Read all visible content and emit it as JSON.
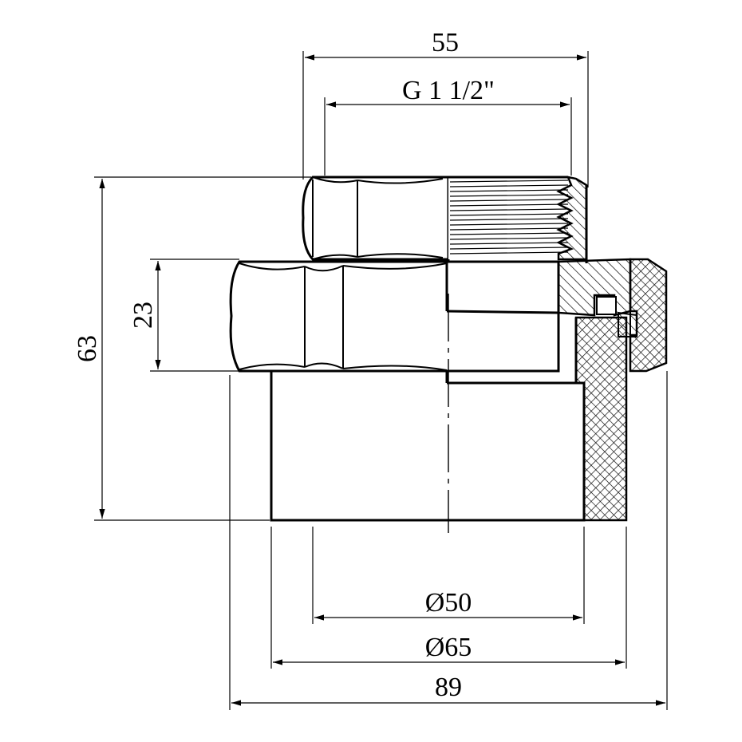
{
  "dimensions": {
    "overall_length": "55",
    "thread_size": "G 1 1/2\"",
    "total_height": "63",
    "nut_height": "23",
    "inner_diameter": "Ø50",
    "outer_diameter": "Ø65",
    "nut_width": "89"
  }
}
